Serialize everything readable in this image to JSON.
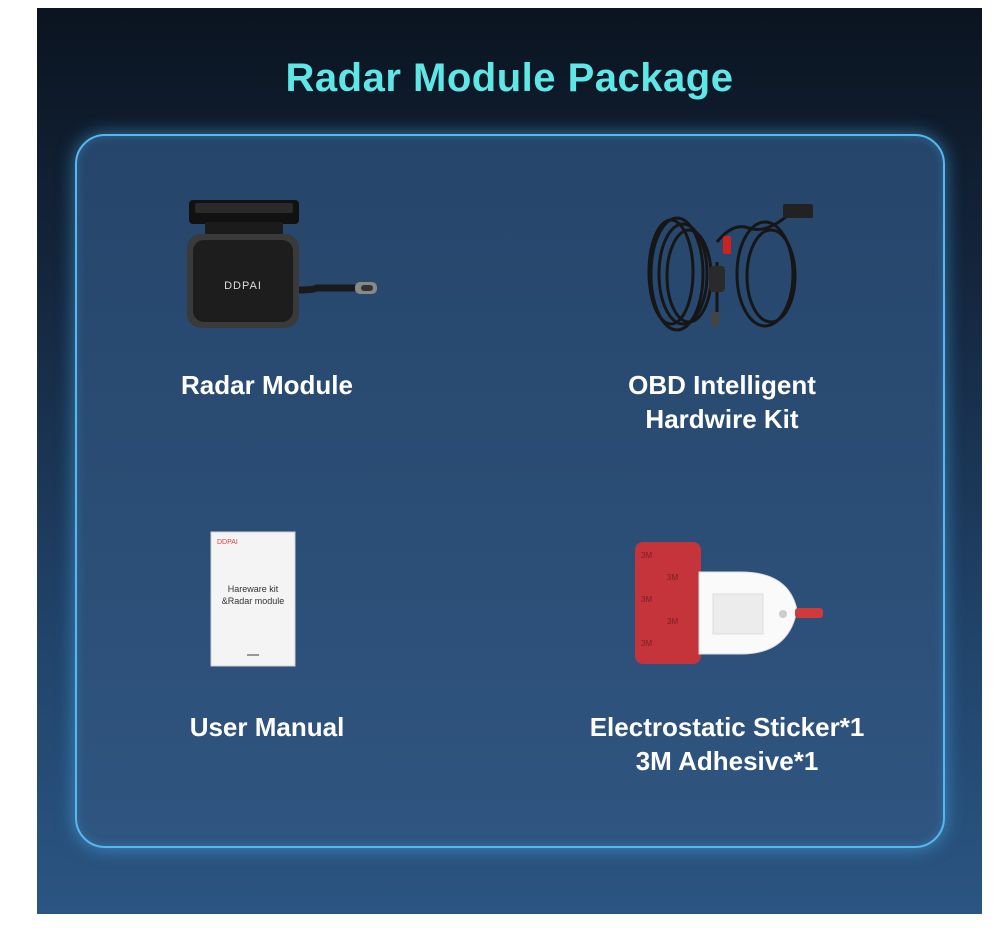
{
  "page": {
    "title": "Radar Module Package",
    "accent_color": "#5fe6e6",
    "border_color": "#55b8f0"
  },
  "items": [
    {
      "label": "Radar Module",
      "icon": "radar-module-image",
      "brand_text": "DDPAI"
    },
    {
      "label": "OBD Intelligent\nHardwire Kit",
      "icon": "hardwire-cable-image"
    },
    {
      "label": "User Manual",
      "icon": "user-manual-image",
      "brand_text": "DDPAI",
      "cover_text": "Hareware kit\n&Radar module"
    },
    {
      "label": "Electrostatic Sticker*1\n3M Adhesive*1",
      "icon": "adhesive-sticker-image",
      "sticker_text": "3M"
    }
  ]
}
